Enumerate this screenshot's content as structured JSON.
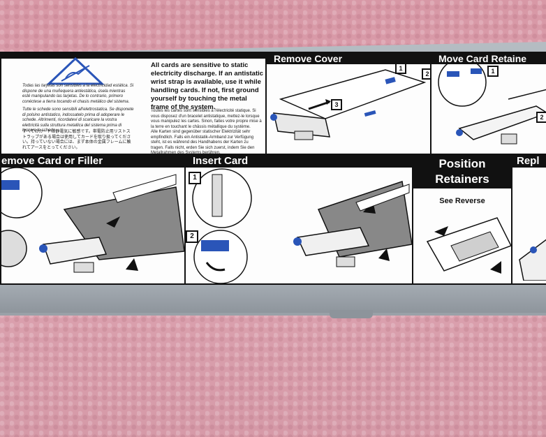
{
  "warning": {
    "english": "All cards are sensitive to static electricity discharge. If an antistatic wrist strap is available, use it while handling cards. If not, first ground yourself by touching the metal frame of the system.",
    "spanish": "Todas las tarjetas son sensibles a la electricidad estática. Si dispone de una muñequera antiestática, úsela mientras esté manipulando las tarjetas. De lo contrario, primero conéctese a tierra tocando el chasis metálico del sistema.",
    "italian": "Tutte le schede sono sensibili all'elettrostatica. Se disponete di polsino antistatico, indossatelo prima di adoperare le schede. Altrimenti, ricordatevi di scaricare la vostra elettricità sulla struttura metallica del sistema prima di toccare le schede.",
    "japanese": "すべてのカードは静電気に敏感です。帯電防止用リストストラップがある場合は使用してカードを取り扱ってください。持っていない場合には、まず本体の金属フレームに触れてアースをとってください。",
    "french": "Toutes les cartes sont sensibles à l'électricité statique. Si vous disposez d'un bracelet antistatique, mettez-le lorsque vous manipulez les cartes. Sinon, faites votre propre mise à la terre en touchant le châssis métallique du système.",
    "german": "Alle Karten sind gegenüber statischer Elektrizität sehr empfindlich. Falls ein Antistatik-Armband zur Verfügung steht, ist es während des Handhabens der Karten zu tragen. Falls nicht, erden Sie sich zuerst, indem Sie den Metallrahmen des Systems berühren."
  },
  "panels": {
    "remove_cover": "Remove Cover",
    "move_card_retainer": "Move Card Retaine",
    "remove_card": "emove Card or Filler",
    "insert_card": "Insert Card",
    "position_retainers_1": "Position",
    "position_retainers_2": "Retainers",
    "see_reverse": "See Reverse",
    "replace": "Repl"
  },
  "steps": [
    "1",
    "2",
    "3"
  ],
  "colors": {
    "accent": "#2a55b8",
    "ink": "#111111"
  },
  "icons": [
    "esd-warning-icon",
    "arrow-icon"
  ]
}
